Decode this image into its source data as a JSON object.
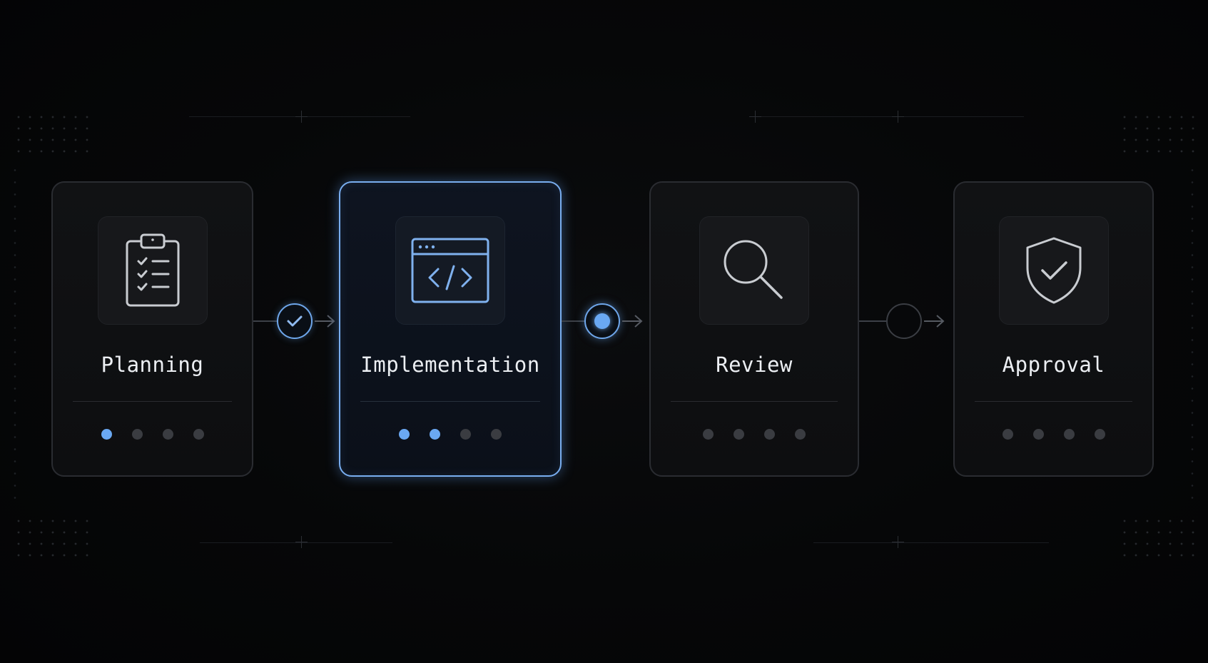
{
  "stages": [
    {
      "label": "Planning",
      "icon": "clipboard-checklist-icon",
      "status": "complete",
      "progress": 1,
      "progress_total": 4
    },
    {
      "label": "Implementation",
      "icon": "code-window-icon",
      "status": "active",
      "progress": 2,
      "progress_total": 4
    },
    {
      "label": "Review",
      "icon": "magnifier-icon",
      "status": "pending",
      "progress": 0,
      "progress_total": 4
    },
    {
      "label": "Approval",
      "icon": "shield-check-icon",
      "status": "pending",
      "progress": 0,
      "progress_total": 4
    }
  ],
  "connectors": [
    {
      "state": "done"
    },
    {
      "state": "current"
    },
    {
      "state": "pending"
    }
  ],
  "colors": {
    "accent": "#6aa8f2",
    "card_border": "#2a2c31",
    "active_border": "#79aef0",
    "inactive_dot": "#3a3c41",
    "label_text": "#eceff3",
    "background": "#050607"
  }
}
